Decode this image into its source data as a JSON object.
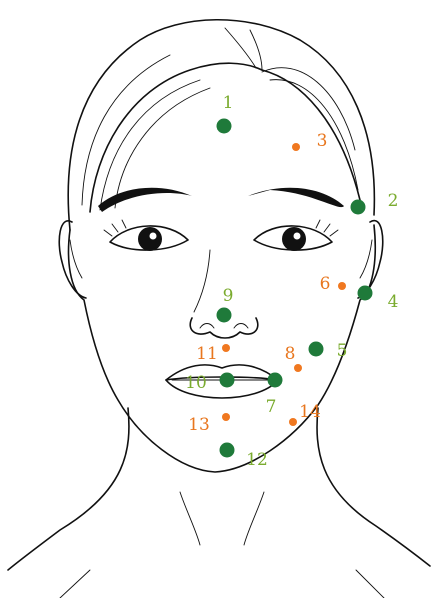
{
  "colors": {
    "major": "#1f7a3a",
    "minor": "#f07820",
    "major_label": "#7aab2e",
    "minor_label": "#e8761e",
    "outline": "#111111"
  },
  "points": [
    {
      "id": "1",
      "label": "1",
      "kind": "major"
    },
    {
      "id": "2",
      "label": "2",
      "kind": "major"
    },
    {
      "id": "3",
      "label": "3",
      "kind": "minor"
    },
    {
      "id": "4",
      "label": "4",
      "kind": "major"
    },
    {
      "id": "5",
      "label": "5",
      "kind": "major"
    },
    {
      "id": "6",
      "label": "6",
      "kind": "minor"
    },
    {
      "id": "7",
      "label": "7",
      "kind": "major"
    },
    {
      "id": "8",
      "label": "8",
      "kind": "minor"
    },
    {
      "id": "9",
      "label": "9",
      "kind": "major"
    },
    {
      "id": "10",
      "label": "10",
      "kind": "major"
    },
    {
      "id": "11",
      "label": "11",
      "kind": "minor"
    },
    {
      "id": "12",
      "label": "12",
      "kind": "major"
    },
    {
      "id": "13",
      "label": "13",
      "kind": "minor"
    },
    {
      "id": "14",
      "label": "14",
      "kind": "minor"
    }
  ]
}
